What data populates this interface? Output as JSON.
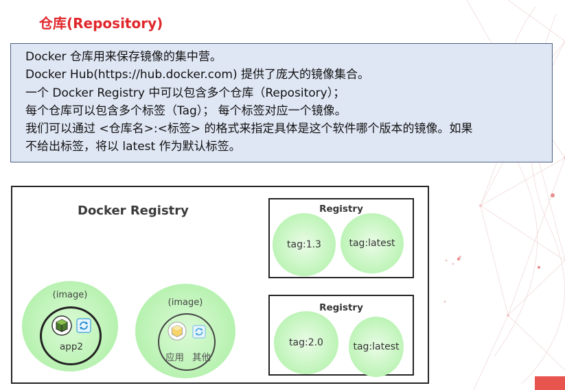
{
  "title": "仓库(Repository)",
  "info": {
    "lines": [
      "Docker 仓库用来保存镜像的集中营。",
      "Docker Hub(https://hub.docker.com) 提供了庞大的镜像集合。",
      "一个 Docker Registry 中可以包含多个仓库（Repository）；",
      "每个仓库可以包含多个标签（Tag）； 每个标签对应一个镜像。",
      "我们可以通过 <仓库名>:<标签> 的格式来指定具体是这个软件哪个版本的镜像。如果",
      "不给出标签，将以 latest 作为默认标签。"
    ]
  },
  "diagram": {
    "outer_title": "Docker Registry",
    "registry_top": {
      "title": "Registry",
      "tags": [
        "tag:1.3",
        "tag:latest"
      ]
    },
    "registry_bottom": {
      "title": "Registry",
      "tags": [
        "tag:2.0",
        "tag:latest"
      ]
    },
    "image_left": {
      "label": "(image)",
      "app": "app2",
      "icons": [
        "package-icon",
        "sync-icon"
      ]
    },
    "image_right": {
      "label": "(image)",
      "app_left": "应用",
      "app_right": "其他",
      "icons": [
        "package-icon",
        "sync-icon"
      ]
    }
  },
  "colors": {
    "title": "#e0262b",
    "info_bg": "#dfe6f4",
    "bubble": "#b8f2b1",
    "accent": "#e8554f"
  }
}
